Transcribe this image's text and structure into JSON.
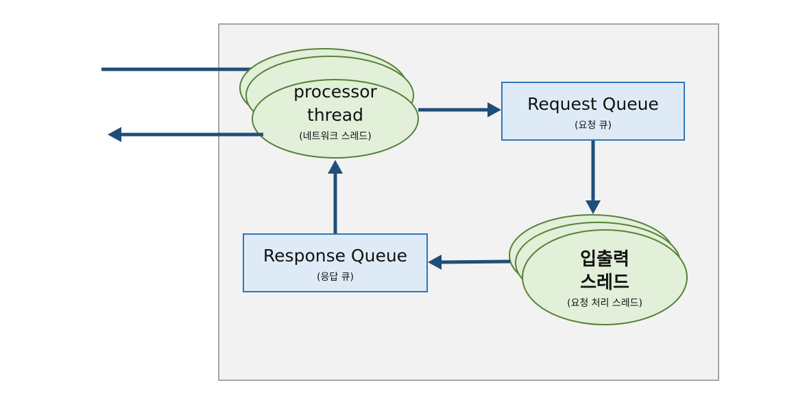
{
  "processor_thread": {
    "line1": "processor",
    "line2": "thread",
    "sub": "(네트워크 스레드)"
  },
  "request_queue": {
    "title": "Request Queue",
    "sub": "(요청 큐)"
  },
  "io_thread": {
    "line1": "입출력",
    "line2": "스레드",
    "sub": "(요청 처리 스레드)"
  },
  "response_queue": {
    "title": "Response Queue",
    "sub": "(응답 큐)"
  },
  "colors": {
    "container_fill": "#f2f2f2",
    "container_stroke": "#a6a6a6",
    "ellipse_fill": "#e2efd9",
    "ellipse_stroke": "#548235",
    "box_fill": "#deebf7",
    "box_stroke": "#2e75b6",
    "arrow": "#1f4e79"
  }
}
